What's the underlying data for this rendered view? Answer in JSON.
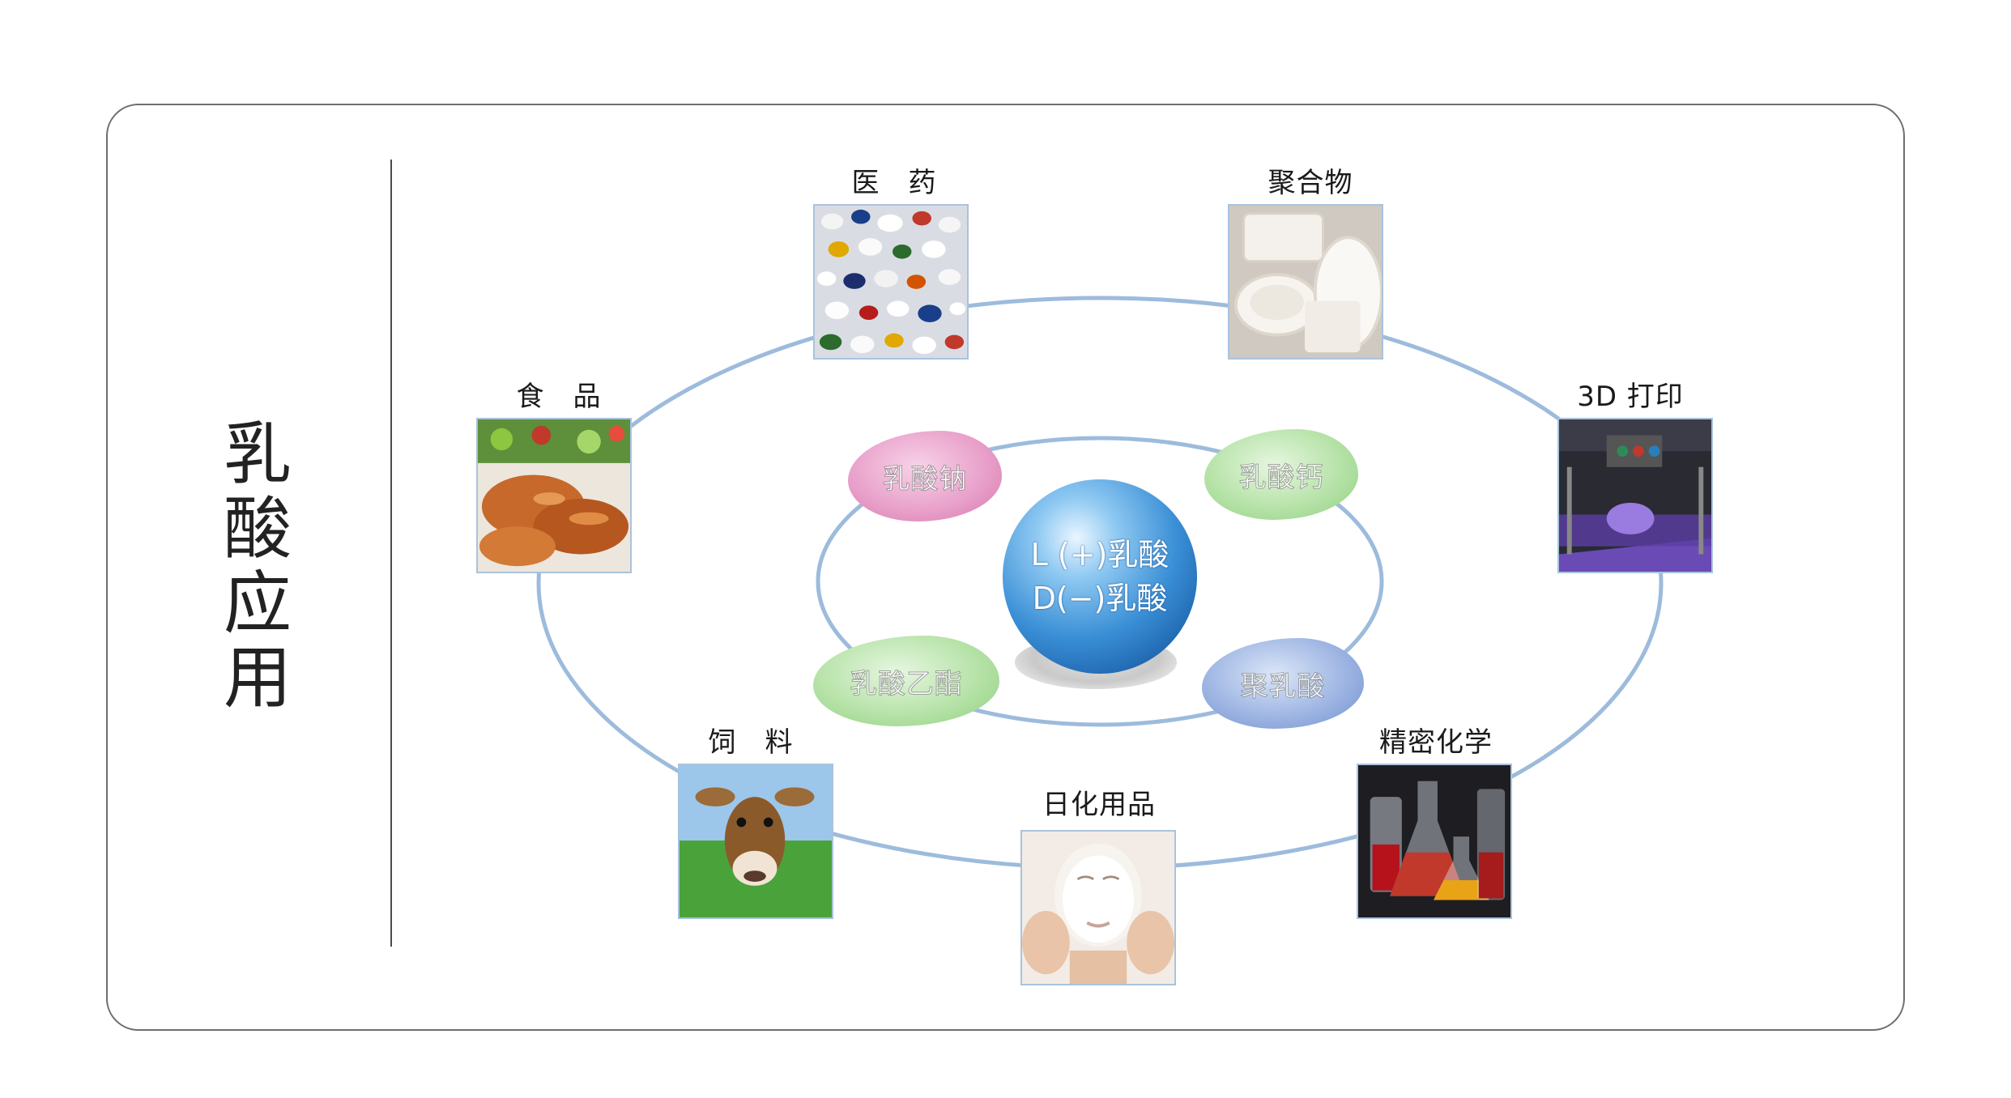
{
  "title": {
    "chars": [
      "乳",
      "酸",
      "应",
      "用"
    ]
  },
  "center": {
    "line1": "L (+)乳酸",
    "line2": "D(−)乳酸"
  },
  "derivatives": {
    "sodium": "乳酸钠",
    "calcium": "乳酸钙",
    "ethyl": "乳酸乙酯",
    "polylactic": "聚乳酸"
  },
  "applications": {
    "medicine": "医　药",
    "polymer": "聚合物",
    "printing": "3D 打印",
    "food": "食　品",
    "feed": "饲　料",
    "daily": "日化用品",
    "fine_chem": "精密化学"
  },
  "icons": {
    "medicine": "pills-image",
    "polymer": "tableware-image",
    "printing": "3d-printer-image",
    "food": "meat-salad-image",
    "feed": "cow-image",
    "daily": "face-mask-image",
    "fine_chem": "lab-glassware-image"
  },
  "colors": {
    "ring": "#9dbbdc",
    "frame": "#6e6e6e",
    "sphere": "#2f7fc8"
  }
}
